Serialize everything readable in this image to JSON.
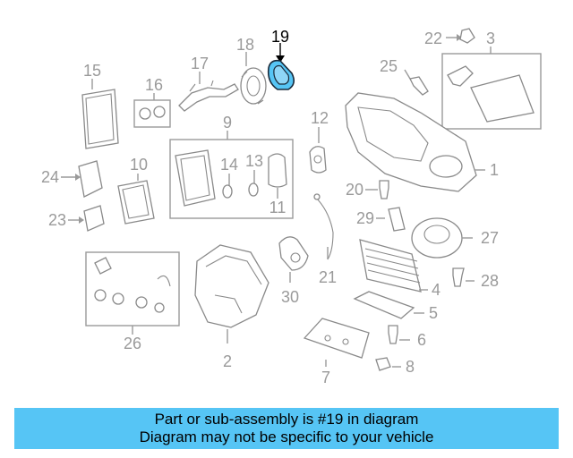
{
  "diagram": {
    "highlight_color": "#56c5f5",
    "highlighted_part": "19",
    "part_numbers": [
      "1",
      "2",
      "3",
      "4",
      "5",
      "6",
      "7",
      "8",
      "9",
      "10",
      "11",
      "12",
      "13",
      "14",
      "15",
      "16",
      "17",
      "18",
      "19",
      "20",
      "21",
      "22",
      "23",
      "24",
      "25",
      "26",
      "27",
      "28",
      "29",
      "30"
    ]
  },
  "banner": {
    "line1": "Part or sub-assembly is #19 in diagram",
    "line2": "Diagram may not be specific to your vehicle",
    "background": "#56c5f5"
  }
}
